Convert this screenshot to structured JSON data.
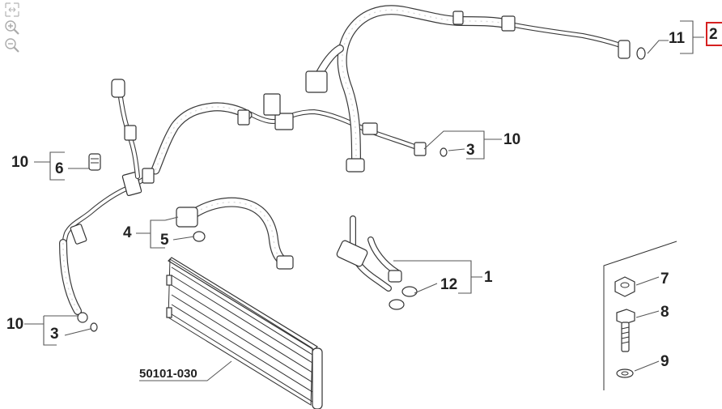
{
  "toolbar": {
    "icons": [
      "fit-to-window-icon",
      "zoom-in-icon",
      "zoom-out-icon"
    ]
  },
  "colors": {
    "line": "#3a3a3a",
    "text": "#222222",
    "highlight": "#d62020"
  },
  "callouts": {
    "c_11": "11",
    "c_2": "2",
    "c_10_top_right": "10",
    "c_3_top_right": "3",
    "c_10_left": "10",
    "c_6": "6",
    "c_4": "4",
    "c_5": "5",
    "c_1": "1",
    "c_12": "12",
    "c_10_bottom_left": "10",
    "c_3_bottom_left": "3",
    "c_7": "7",
    "c_8": "8",
    "c_9": "9",
    "c_condenser": "50101-030"
  },
  "selected_callout": "2"
}
